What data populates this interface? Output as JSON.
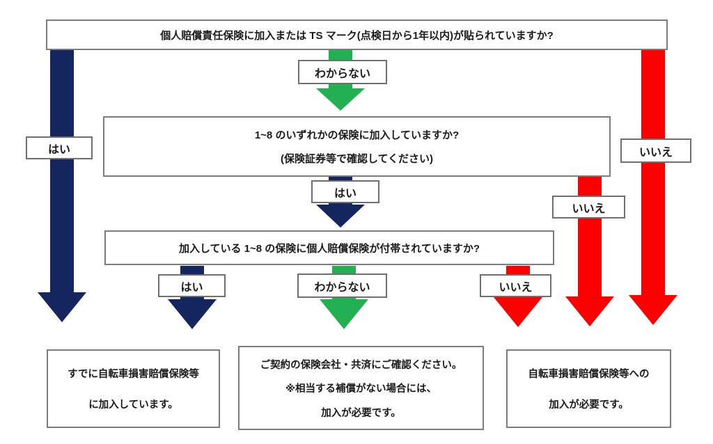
{
  "colors": {
    "navy": "#15265e",
    "green": "#22b052",
    "red": "#fc0000",
    "outline": "#000000"
  },
  "labels": {
    "yes": "はい",
    "unknown": "わからない",
    "no": "いいえ"
  },
  "questions": {
    "q1": "個人賠償責任保険に加入または TS マーク(点検日から1年以内)が貼られていますか?",
    "q2_line1": "1~8 のいずれかの保険に加入していますか?",
    "q2_line2": "(保険証券等で確認してください)",
    "q3": "加入している 1~8 の保険に個人賠償保険が付帯されていますか?"
  },
  "results": {
    "already_line1": "すでに自転車損害賠償保険等",
    "already_line2": "に加入しています。",
    "confirm_line1": "ご契約の保険会社・共済にご確認ください。",
    "confirm_line2": "※相当する補償がない場合には、",
    "confirm_line3": "加入が必要です。",
    "required_line1": "自転車損害賠償保険等への",
    "required_line2": "加入が必要です。"
  }
}
